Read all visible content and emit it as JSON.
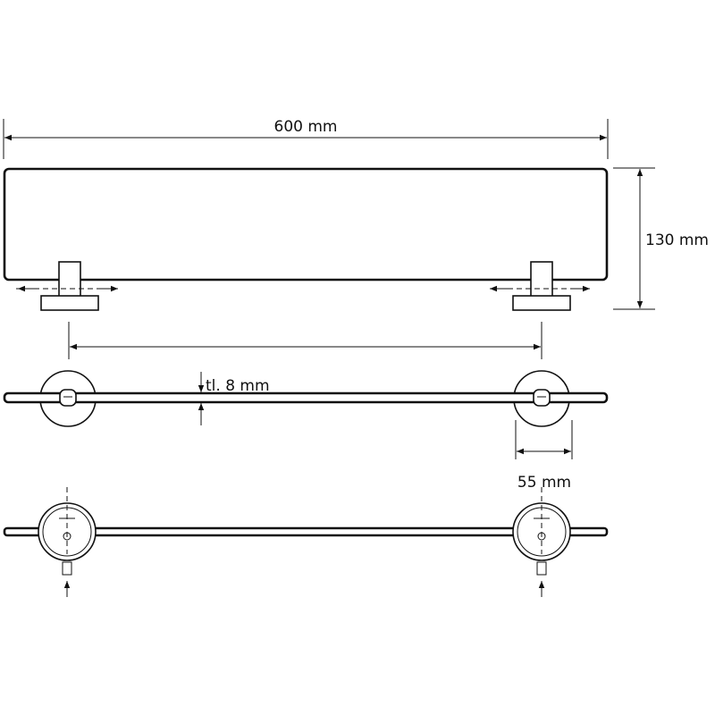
{
  "dimensions": {
    "width_label": "600 mm",
    "height_label": "130 mm",
    "thickness_label": "tl. 8 mm",
    "bracket_label": "55 mm"
  },
  "views": [
    "front-view",
    "top-view",
    "bottom-view"
  ]
}
